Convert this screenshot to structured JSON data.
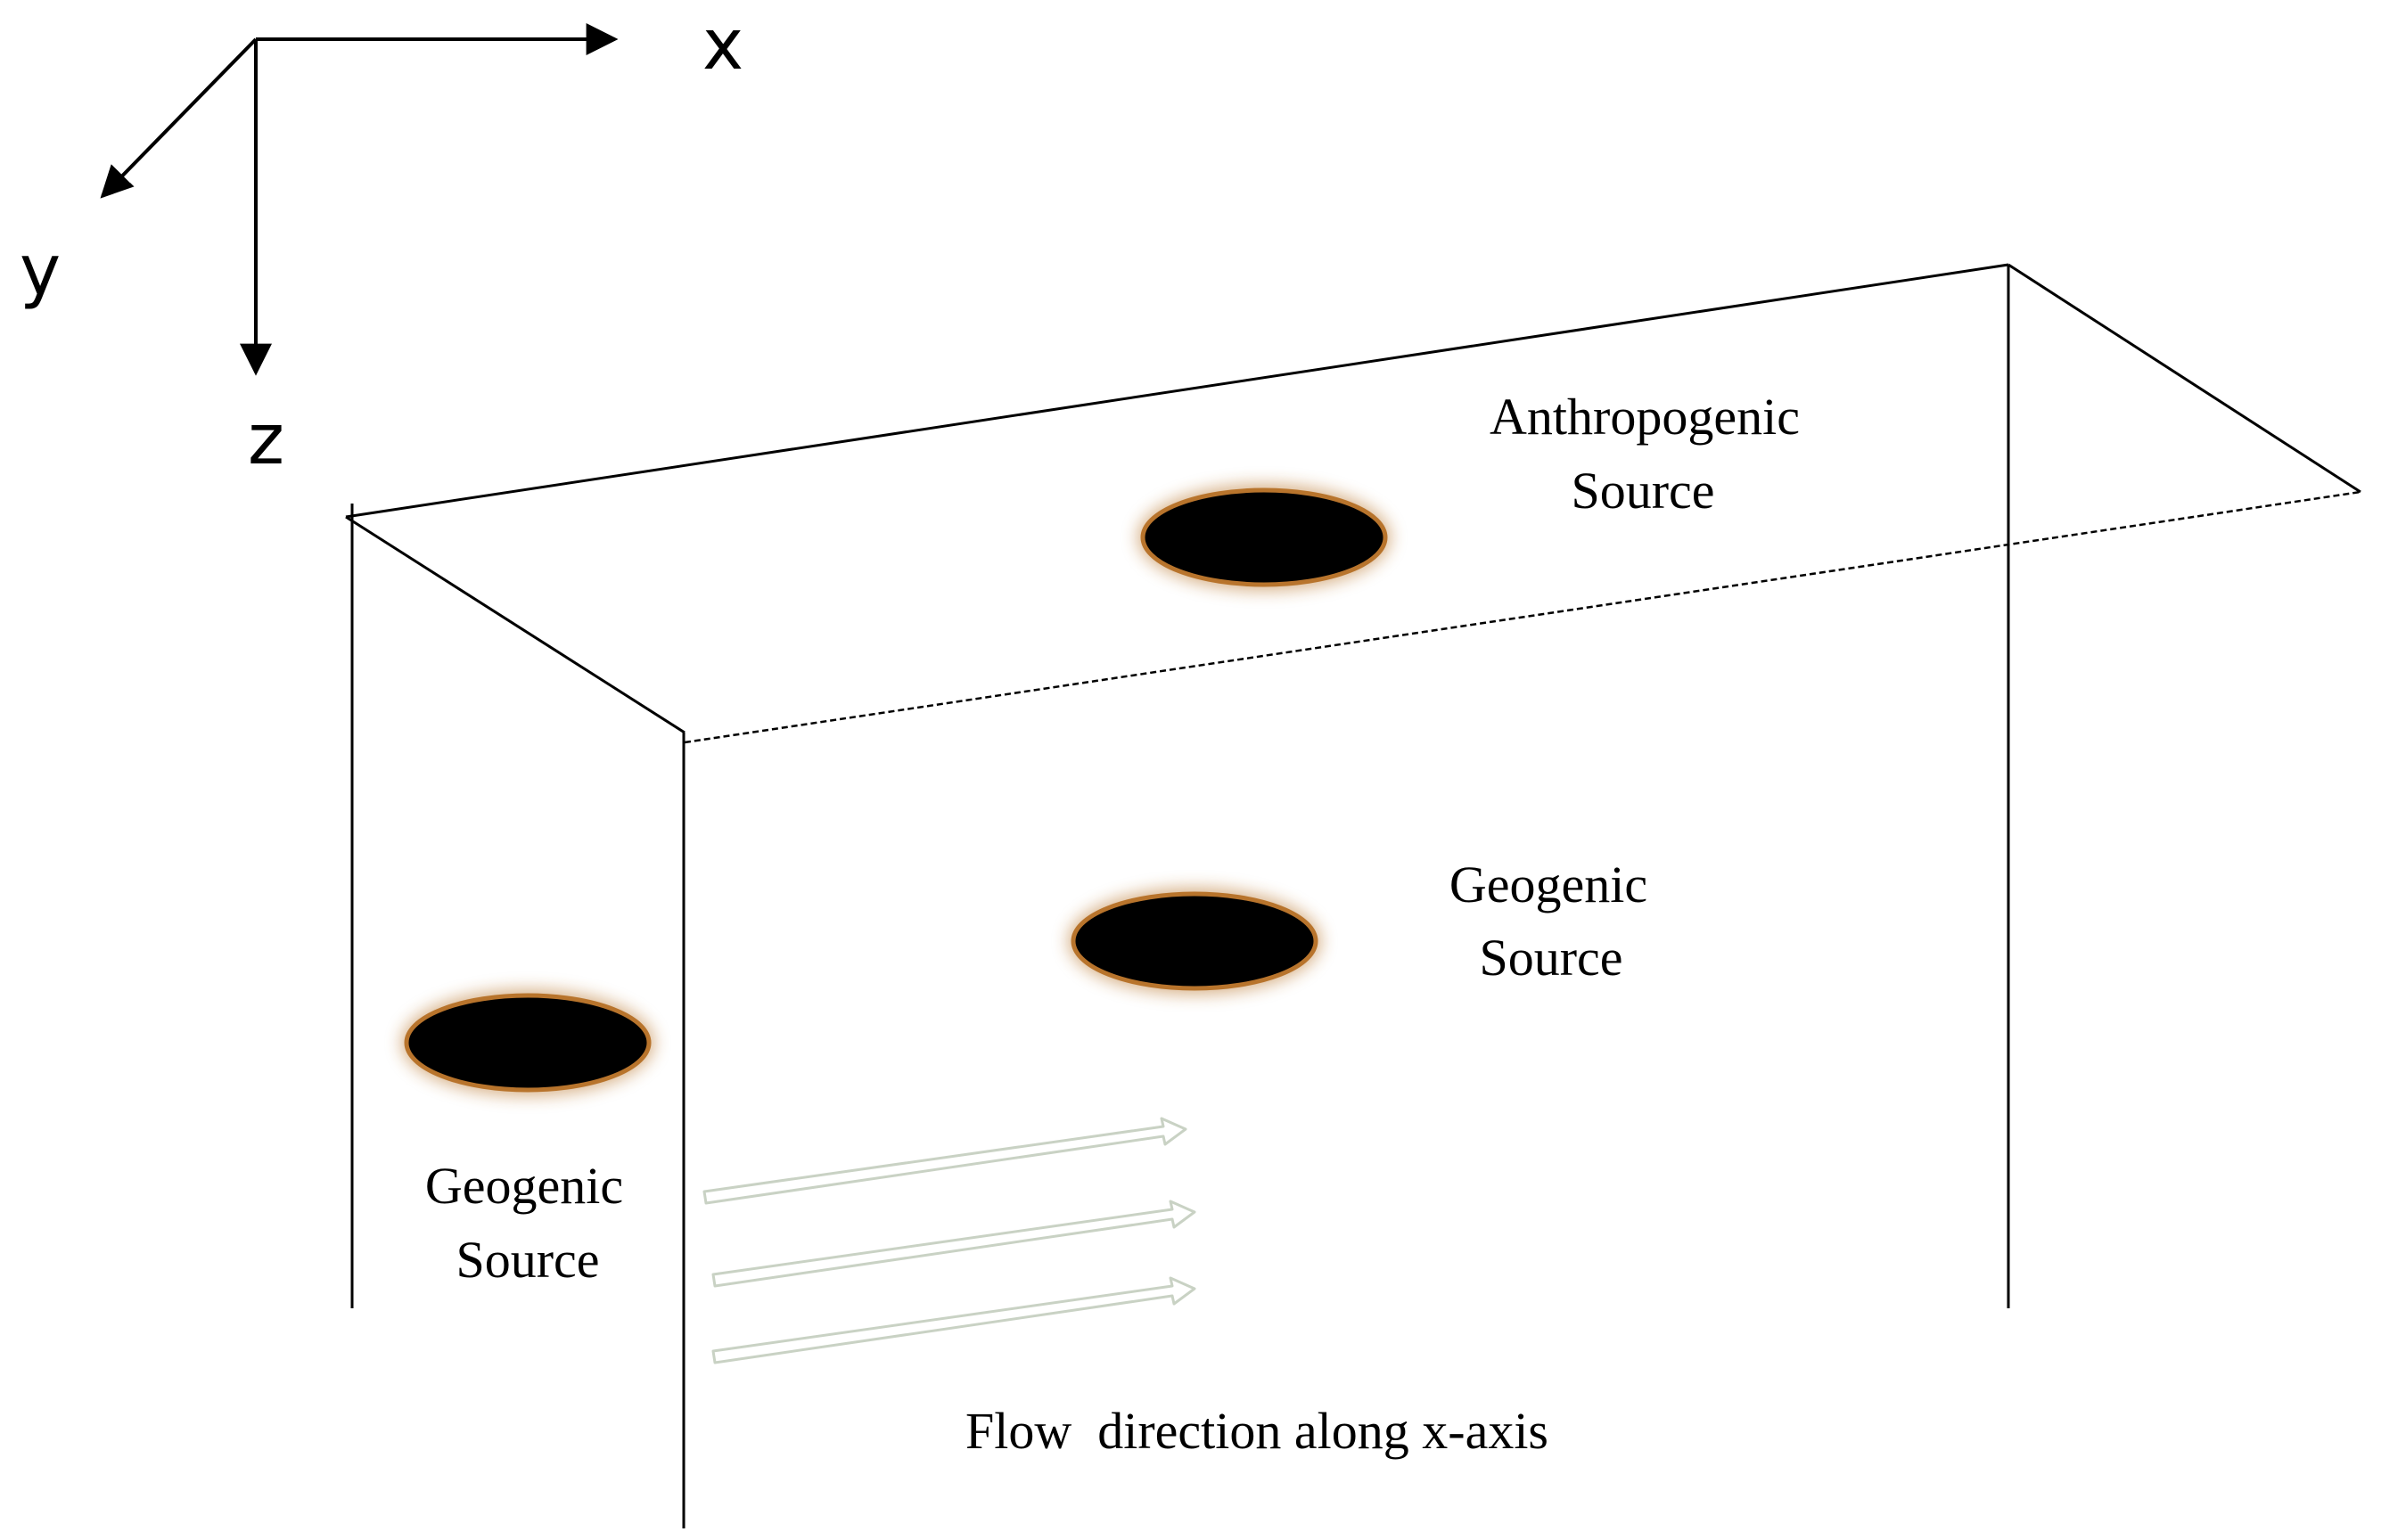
{
  "axes": {
    "x_label": "x",
    "y_label": "y",
    "z_label": "z"
  },
  "labels": {
    "anthropogenic_line1": "Anthropogenic",
    "anthropogenic_line2": "Source",
    "geogenic_center_line1": "Geogenic",
    "geogenic_center_line2": "Source",
    "geogenic_left_line1": "Geogenic",
    "geogenic_left_line2": "Source",
    "flow": "Flow  direction along x-axis"
  },
  "colors": {
    "line": "#000000",
    "source_fill": "#000000",
    "source_rim": "#b8742c",
    "flow_arrow": "#c9d2c4"
  }
}
